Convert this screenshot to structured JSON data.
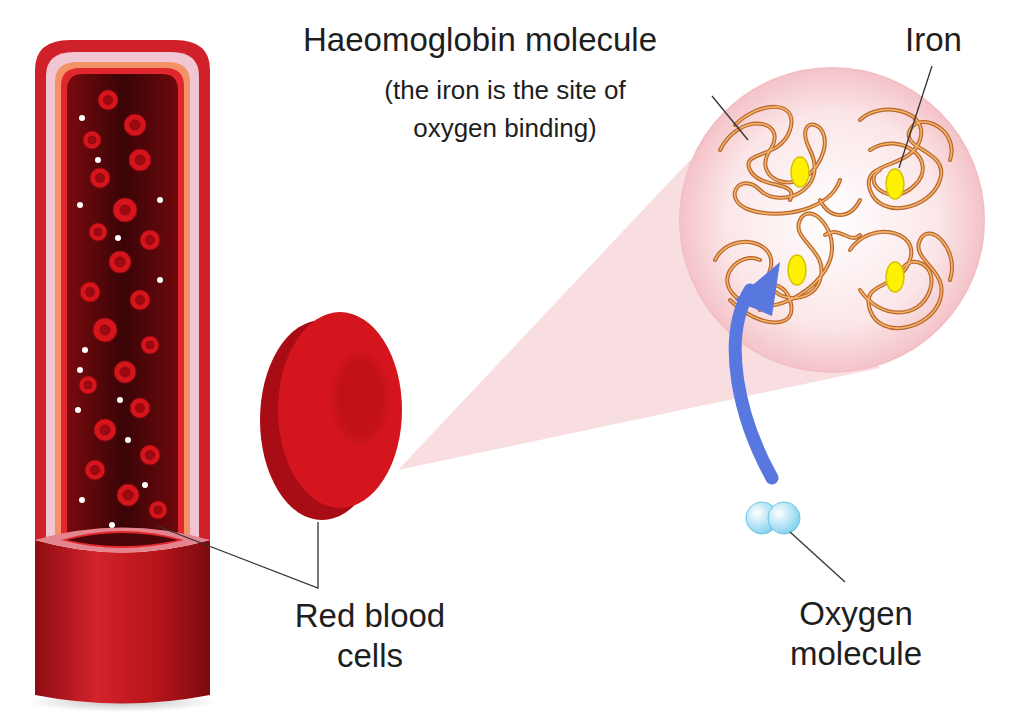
{
  "diagram": {
    "labels": [
      "Haeomoglobin molecule",
      "(the iron is the site of oxygen binding)",
      "Iron",
      "Red blood cells",
      "Oxygen molecule"
    ]
  }
}
